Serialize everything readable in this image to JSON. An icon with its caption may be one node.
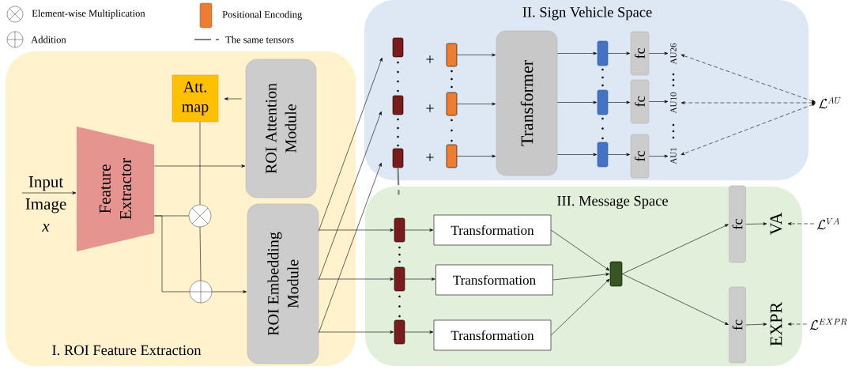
{
  "diagram": {
    "nodes": [
      {
        "text": [
          "I. ROI Feature Extraction"
        ]
      },
      {
        "text": [
          "II. Sign Vehicle Space"
        ]
      },
      {
        "text": [
          "III. Message Space"
        ]
      },
      {
        "text": [
          "Input Image *x*"
        ],
        "in": 0
      },
      {
        "text": [
          "Feature Extractor"
        ],
        "in": 0
      },
      {
        "text": [
          "Att. map"
        ],
        "in": 0
      },
      {
        "text": [
          "ROI Attention Module"
        ],
        "in": 0
      },
      {
        "text": [
          "ROI Embedding Module"
        ],
        "in": 0
      },
      {
        "text": [],
        "shape": "circle",
        "in": 0
      },
      {
        "text": [],
        "shape": "circle",
        "in": 0
      },
      {
        "text": [],
        "shape": "box",
        "in": 1
      },
      {
        "text": [],
        "shape": "box",
        "in": 1
      },
      {
        "text": [],
        "shape": "box",
        "in": 1
      },
      {
        "text": [],
        "shape": "box",
        "in": 1
      },
      {
        "text": [],
        "shape": "box",
        "in": 1
      },
      {
        "text": [],
        "shape": "box",
        "in": 1
      },
      {
        "text": [
          "Transformer"
        ],
        "in": 1
      },
      {
        "text": [],
        "shape": "box",
        "in": 1
      },
      {
        "text": [],
        "shape": "box",
        "in": 1
      },
      {
        "text": [],
        "shape": "box",
        "in": 1
      },
      {
        "text": [
          "fc"
        ],
        "in": 1
      },
      {
        "text": [
          "fc"
        ],
        "in": 1
      },
      {
        "text": [
          "fc"
        ],
        "in": 1
      },
      {
        "text": [
          "AU26"
        ],
        "in": 1
      },
      {
        "text": [
          "AU10"
        ],
        "in": 1
      },
      {
        "text": [
          "AU1"
        ],
        "in": 1
      },
      {
        "text": [
          "\\mathcal{L}^{AU}"
        ]
      },
      {
        "text": [],
        "shape": "box",
        "in": 2
      },
      {
        "text": [],
        "shape": "box",
        "in": 2
      },
      {
        "text": [],
        "shape": "box",
        "in": 2
      },
      {
        "text": [
          "Transformation"
        ],
        "in": 2
      },
      {
        "text": [
          "Transformation"
        ],
        "in": 2
      },
      {
        "text": [
          "Transformation"
        ],
        "in": 2
      },
      {
        "text": [],
        "shape": "box",
        "in": 2
      },
      {
        "text": [
          "fc"
        ],
        "in": 2
      },
      {
        "text": [
          "fc"
        ],
        "in": 2
      },
      {
        "text": [
          "VA"
        ],
        "in": 2
      },
      {
        "text": [
          "EXPR"
        ],
        "in": 2
      },
      {
        "text": [
          "\\mathcal{L}^{VA}"
        ]
      },
      {
        "text": [
          "\\mathcal{L}^{EXPR}"
        ]
      }
    ],
    "edges": [
      {
        "from": 3,
        "to": 4,
        "arrow": "to"
      },
      {
        "from": 4,
        "to": 6,
        "arrow": "to"
      },
      {
        "from": 6,
        "to": 5,
        "arrow": "to"
      },
      {
        "from": 5,
        "to": 8,
        "arrow": "none"
      },
      {
        "from": 4,
        "to": 8,
        "arrow": "none"
      },
      {
        "from": 4,
        "to": 9,
        "arrow": "none"
      },
      {
        "from": 8,
        "to": 9,
        "arrow": "none"
      },
      {
        "from": 9,
        "to": 7,
        "arrow": "to"
      },
      {
        "from": 7,
        "to": 10,
        "arrow": "to"
      },
      {
        "from": 7,
        "to": 11,
        "arrow": "to"
      },
      {
        "from": 7,
        "to": 12,
        "arrow": "to"
      },
      {
        "from": 7,
        "to": 27,
        "arrow": "to"
      },
      {
        "from": 7,
        "to": 28,
        "arrow": "to"
      },
      {
        "from": 7,
        "to": 29,
        "arrow": "to"
      },
      {
        "from": 12,
        "to": 27,
        "arrow": "none",
        "style": "dashed",
        "color": "#808080"
      },
      {
        "from": 13,
        "to": 16,
        "arrow": "to"
      },
      {
        "from": 14,
        "to": 16,
        "arrow": "to"
      },
      {
        "from": 15,
        "to": 16,
        "arrow": "to"
      },
      {
        "from": 16,
        "to": 17,
        "arrow": "to"
      },
      {
        "from": 16,
        "to": 18,
        "arrow": "to"
      },
      {
        "from": 16,
        "to": 19,
        "arrow": "to"
      },
      {
        "from": 17,
        "to": 20,
        "arrow": "to"
      },
      {
        "from": 18,
        "to": 21,
        "arrow": "to"
      },
      {
        "from": 19,
        "to": 22,
        "arrow": "to"
      },
      {
        "from": 20,
        "to": 23,
        "arrow": "to"
      },
      {
        "from": 21,
        "to": 24,
        "arrow": "to"
      },
      {
        "from": 22,
        "to": 25,
        "arrow": "to"
      },
      {
        "from": 26,
        "to": 23,
        "arrow": "both",
        "style": "dashed"
      },
      {
        "from": 26,
        "to": 24,
        "arrow": "both",
        "style": "dashed"
      },
      {
        "from": 26,
        "to": 25,
        "arrow": "both",
        "style": "dashed"
      },
      {
        "from": 27,
        "to": 30,
        "arrow": "to"
      },
      {
        "from": 28,
        "to": 31,
        "arrow": "to"
      },
      {
        "from": 29,
        "to": 32,
        "arrow": "to"
      },
      {
        "from": 30,
        "to": 33,
        "arrow": "to"
      },
      {
        "from": 31,
        "to": 33,
        "arrow": "to"
      },
      {
        "from": 32,
        "to": 33,
        "arrow": "to"
      },
      {
        "from": 33,
        "to": 34,
        "arrow": "to"
      },
      {
        "from": 33,
        "to": 35,
        "arrow": "to"
      },
      {
        "from": 34,
        "to": 36,
        "arrow": "to"
      },
      {
        "from": 35,
        "to": 37,
        "arrow": "to"
      },
      {
        "from": 38,
        "to": 36,
        "arrow": "to",
        "style": "dashed"
      },
      {
        "from": 39,
        "to": 37,
        "arrow": "to",
        "style": "dashed"
      }
    ],
    "labels": [
      "+",
      "+",
      "+"
    ],
    "legend": [
      {
        "text": "Element-wise Multiplication"
      },
      {
        "text": "Positional Encoding",
        "color": "#ed7d31"
      },
      {
        "text": "Addition"
      },
      {
        "text": "The same tensors"
      }
    ]
  }
}
